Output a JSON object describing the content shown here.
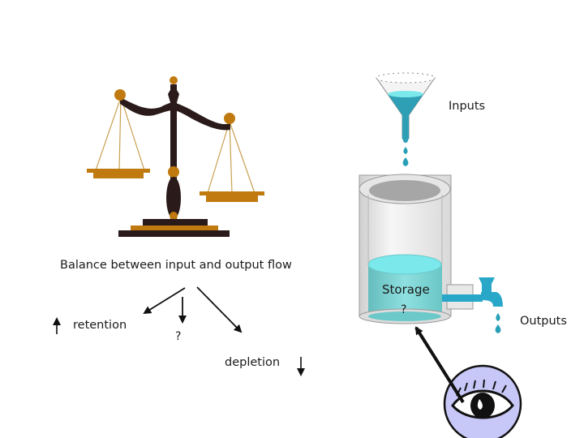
{
  "labels": {
    "balance_caption": "Balance between input and output flow",
    "retention": "retention",
    "unknown_left": "?",
    "depletion": "depletion",
    "inputs": "Inputs",
    "outputs": "Outputs",
    "storage": "Storage",
    "unknown_storage": "?"
  },
  "colors": {
    "scale_dark": "#2b1a1a",
    "scale_pan": "#c07a10",
    "scale_string": "#c8a050",
    "water": "#7be8ec",
    "water_deep": "#6cc9c9",
    "funnel": "#2e9fb5",
    "tap": "#29a7c9",
    "eye_bg": "#c8c8f8",
    "arrow": "#111111"
  },
  "icons": [
    "balance-scale-icon",
    "funnel-icon",
    "water-drop-icon",
    "storage-cylinder-icon",
    "tap-icon",
    "eye-icon"
  ]
}
